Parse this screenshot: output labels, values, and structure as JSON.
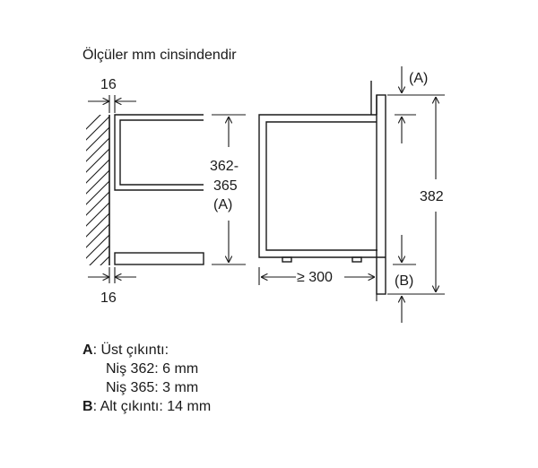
{
  "diagram": {
    "title": "Ölçüler mm cinsindendir",
    "dim_left_top": "16",
    "dim_left_bottom": "16",
    "dim_niche_height_line1": "362-",
    "dim_niche_height_line2": "365",
    "dim_niche_height_line3": "(A)",
    "dim_depth": "≥ 300",
    "dim_front_height": "382",
    "marker_top": "(A)",
    "marker_bottom": "(B)"
  },
  "legend": {
    "a_key": "A",
    "a_text": ": Üst çıkıntı:",
    "a_line2": "Niş 362: 6 mm",
    "a_line3": "Niş 365: 3 mm",
    "b_key": "B",
    "b_text": ": Alt çıkıntı: 14 mm"
  },
  "colors": {
    "line": "#1a1a1a",
    "background": "#ffffff"
  }
}
